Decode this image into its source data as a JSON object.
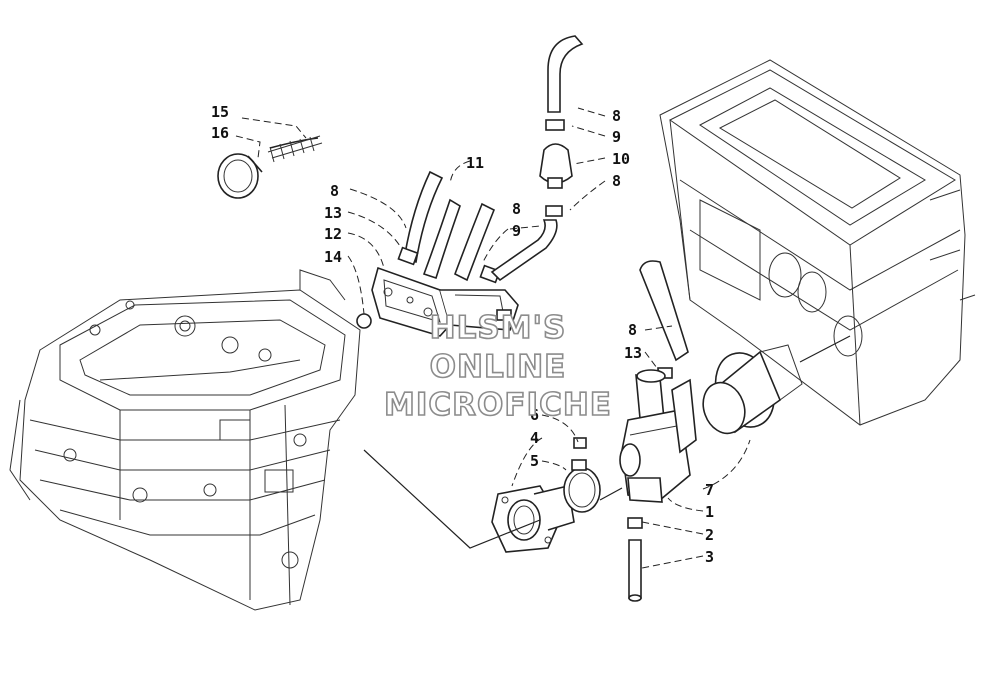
{
  "watermark": {
    "line1": "HLSM'S",
    "line2": "ONLINE",
    "line3": "MICROFICHE"
  },
  "callouts": [
    "15",
    "16",
    "11",
    "8",
    "13",
    "12",
    "14",
    "8",
    "9",
    "8",
    "9",
    "10",
    "8",
    "8",
    "13",
    "6",
    "4",
    "5",
    "7",
    "1",
    "2",
    "3"
  ]
}
